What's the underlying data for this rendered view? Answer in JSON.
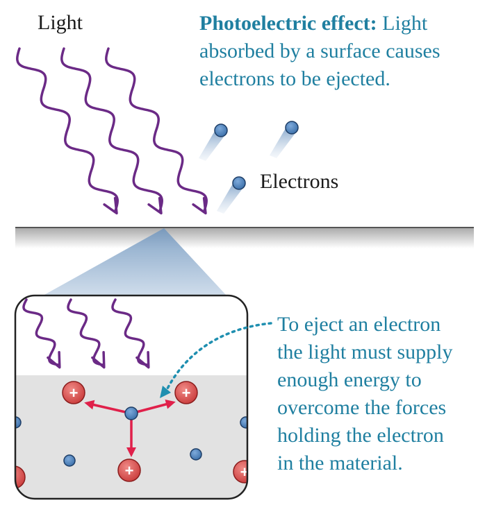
{
  "labels": {
    "light": "Light",
    "electrons": "Electrons"
  },
  "caption": {
    "title_bold": "Photoelectric effect:",
    "title_rest_line1": " Light",
    "line2": "absorbed by a surface causes",
    "line3": "electrons to be ejected."
  },
  "note": {
    "lines": [
      "To eject an electron",
      "the light must supply",
      "enough energy to",
      "overcome the forces",
      "holding the electron",
      "in the material."
    ]
  },
  "symbols": {
    "positive_charge": "+"
  },
  "colors": {
    "teal_text": "#1f7fa0",
    "wave_purple": "#6b2a86",
    "electron_blue": "#4a7fb5",
    "proton_red": "#d9534f",
    "force_arrow": "#e0204a",
    "material_gray": "#e2e2e2",
    "dotted_arrow": "#1f8fb0"
  }
}
